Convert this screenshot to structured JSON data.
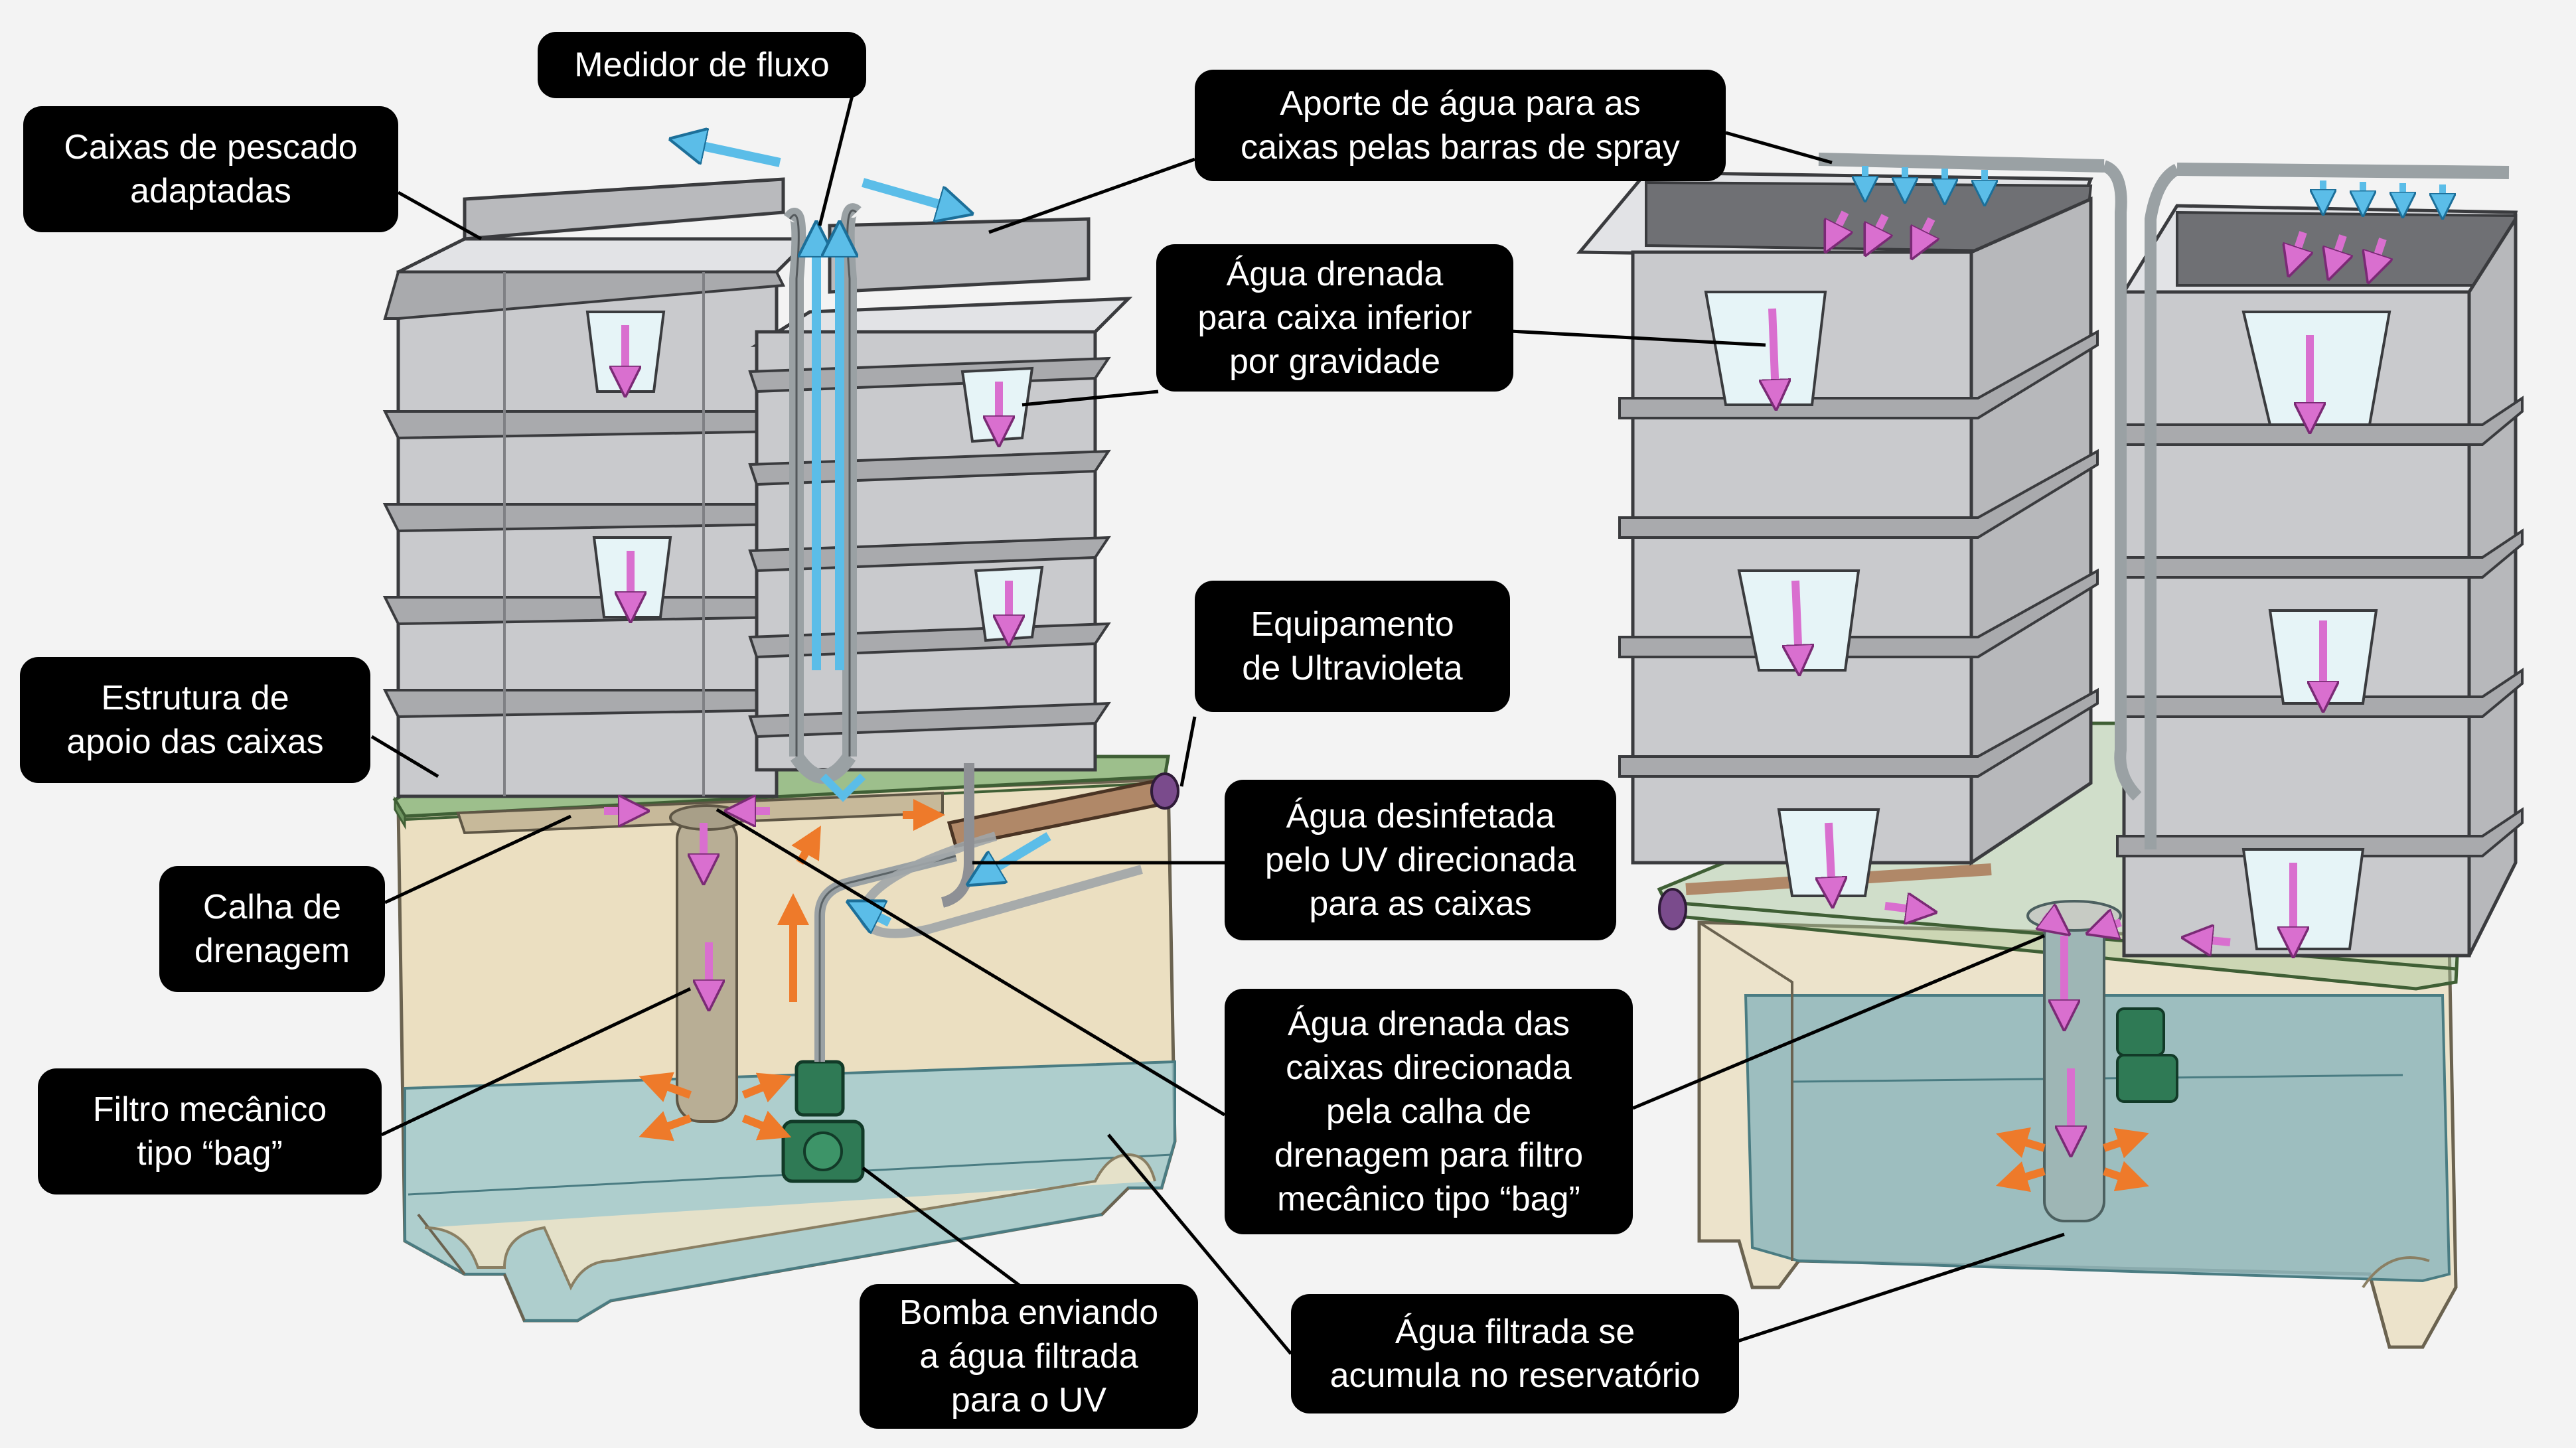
{
  "labels": {
    "medidor_fluxo": "Medidor de fluxo",
    "caixas_pescado": "Caixas de pescado\nadaptadas",
    "aporte_agua": "Aporte de água para as\ncaixas pelas barras de spray",
    "agua_drenada_gravidade": "Água drenada\npara caixa inferior\npor gravidade",
    "equipamento_uv": "Equipamento\nde Ultravioleta",
    "estrutura_apoio": "Estrutura de\napoio das caixas",
    "agua_desinfetada": "Água desinfetada\npelo UV direcionada\npara as caixas",
    "calha_drenagem": "Calha de\ndrenagem",
    "agua_drenada_calha": "Água drenada das\ncaixas direcionada\npela calha de\ndrenagem para filtro\nmecânico tipo “bag”",
    "filtro_mecanico": "Filtro mecânico\ntipo “bag”",
    "bomba": "Bomba enviando\na água filtrada\npara o UV",
    "agua_filtrada": "Água filtrada se\nacumula no reservatório"
  },
  "colors": {
    "label_bg": "#000000",
    "label_text": "#ffffff",
    "box_gray": "#c9cacd",
    "box_dark": "#8e9095",
    "tank_beige": "#e8d8b0",
    "water_blue": "#9fc9cf",
    "support_green": "#9dbf8c",
    "arrow_blue": "#5bbde8",
    "arrow_pink": "#d96fcf",
    "arrow_orange": "#ee7a2a",
    "pump_green": "#2f7a55",
    "uv_purple": "#7a4b8c"
  }
}
